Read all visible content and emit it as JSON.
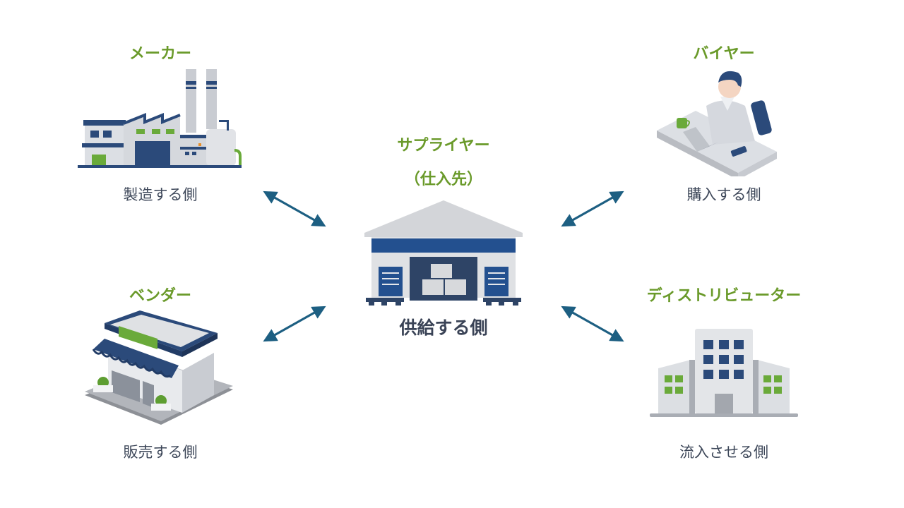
{
  "colors": {
    "title_green": "#6a9a2a",
    "text_dark": "#3c4658",
    "arrow_blue": "#1d5f82",
    "navy": "#2b4a7a",
    "gray_light": "#d5d8dd",
    "green_accent": "#6aaa3a"
  },
  "center": {
    "title": "サプライヤー",
    "subtitle": "（仕入先）",
    "role": "供給する側",
    "icon": "warehouse-icon"
  },
  "nodes": {
    "maker": {
      "title": "メーカー",
      "role": "製造する側",
      "icon": "factory-icon"
    },
    "buyer": {
      "title": "バイヤー",
      "role": "購入する側",
      "icon": "person-at-laptop-icon"
    },
    "vendor": {
      "title": "ベンダー",
      "role": "販売する側",
      "icon": "store-icon"
    },
    "distributor": {
      "title": "ディストリビューター",
      "role": "流入させる側",
      "icon": "office-building-icon"
    }
  },
  "arrows": [
    {
      "from": "maker",
      "to": "center",
      "type": "bidirectional"
    },
    {
      "from": "buyer",
      "to": "center",
      "type": "bidirectional"
    },
    {
      "from": "vendor",
      "to": "center",
      "type": "bidirectional"
    },
    {
      "from": "distributor",
      "to": "center",
      "type": "bidirectional"
    }
  ]
}
